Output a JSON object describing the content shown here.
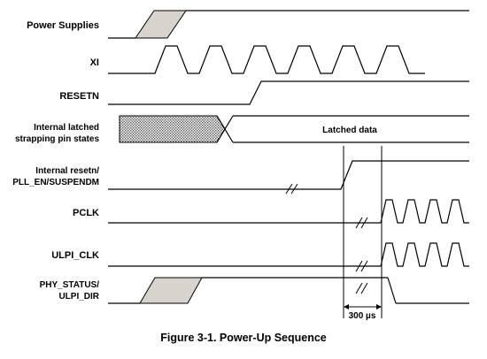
{
  "signals": {
    "power_supplies": "Power Supplies",
    "xi": "XI",
    "resetn": "RESETN",
    "latched_line1": "Internal latched",
    "latched_line2": "strapping pin states",
    "latched_data": "Latched data",
    "resetn_int_line1": "Internal resetn/",
    "resetn_int_line2": "PLL_EN/SUSPENDM",
    "pclk": "PCLK",
    "ulpi_clk": "ULPI_CLK",
    "phy_status_line1": "PHY_STATUS/",
    "phy_status_line2": "ULPI_DIR"
  },
  "timing": {
    "delay_label": "300 µs"
  },
  "caption": "Figure 3-1. Power-Up Sequence",
  "colors": {
    "stroke": "#000000",
    "shade_fill": "#d8d3cc"
  }
}
